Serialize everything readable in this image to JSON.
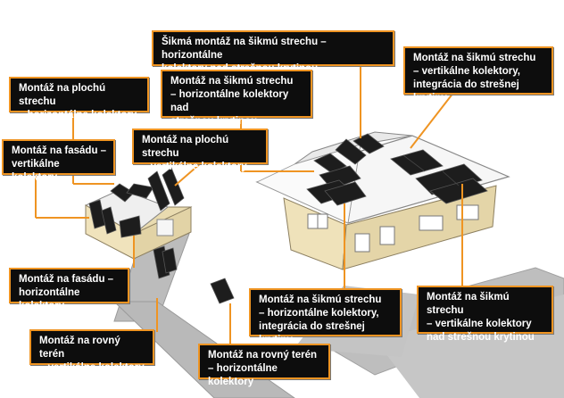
{
  "colors": {
    "accent": "#ef9422",
    "label_bg": "#0d0d0d",
    "label_text": "#ffffff",
    "roof": "#f3f3f3",
    "wall": "#efe2ba",
    "road": "#b7b7b7",
    "panel": "#1d1d1d"
  },
  "labels": {
    "sikma_sikmu_horizontalne": "Šikmá montáž na šikmú strechu – horizontálne\nkolektory nad strešnou krytinou",
    "sikmu_vertikalne_integracia": "Montáž na šikmú strechu\n– vertikálne kolektory,\nintegrácia do strešnej krytiny",
    "plochu_horizontalne": "Montáž na plochú strechu\n– horizontálne kolektory",
    "sikmu_horizontalne_nad": "Montáž na šikmú strechu\n– horizontálne kolektory nad\nstrešnou krytinou",
    "fasadu_vertikalne": "Montáž na fasádu –\nvertikálne kolektory",
    "plochu_vertikalne": "Montáž na plochú strechu\n– vertikálne kolektory",
    "fasadu_horizontalne": "Montáž na fasádu –\nhorizontálne kolektory",
    "sikmu_horizontalne_integracia": "Montáž na šikmú strechu\n– horizontálne kolektory,\nintegrácia do strešnej krytiny",
    "sikmu_vertikalne_nad": "Montáž na šikmú strechu\n– vertikálne kolektory\nnad strešnou krytinou",
    "teren_vertikalne": "Montáž na rovný terén\n– vertikálne kolektory",
    "teren_horizontalne": "Montáž na rovný terén\n– horizontálne kolektory"
  }
}
